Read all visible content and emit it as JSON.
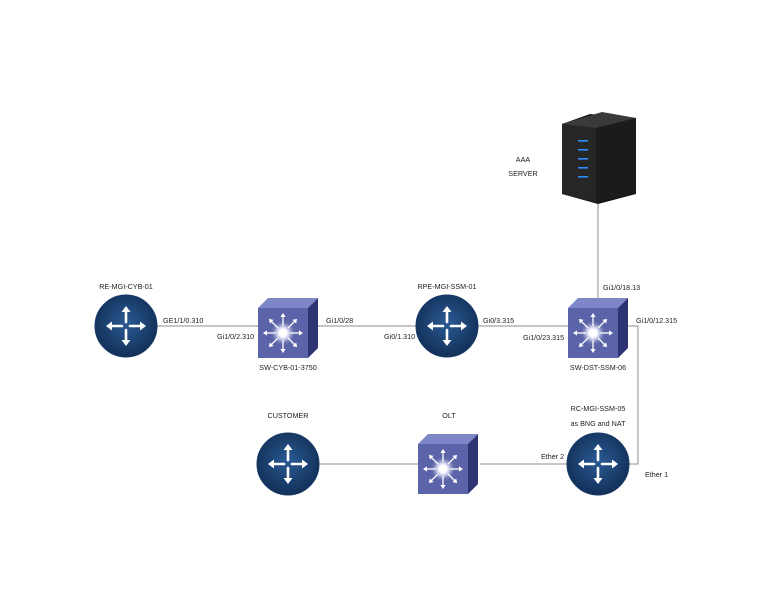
{
  "diagram": {
    "colors": {
      "router_fill": "#173a66",
      "router_arrow": "#ffffff",
      "switch_front": "#5b64a8",
      "switch_side": "#2e3374",
      "switch_top": "#7d86c6",
      "server_body": "#1e1e1e",
      "server_led": "#2e8cff",
      "link": "#8c8c8c"
    },
    "nodes": {
      "re_mgi_cyb_01": {
        "label": "RE-MGI-CYB-01",
        "icon": "router-icon"
      },
      "sw_cyb_01_3750": {
        "label": "SW-CYB-01-3750",
        "icon": "switch-icon"
      },
      "rpe_mgi_ssm_01": {
        "label": "RPE-MGI-SSM-01",
        "icon": "router-icon"
      },
      "sw_dst_ssm_06": {
        "label": "SW-DST-SSM-06",
        "icon": "switch-icon"
      },
      "aaa_server": {
        "label_line1": "AAA",
        "label_line2": "SERVER",
        "icon": "server-icon"
      },
      "customer": {
        "label": "CUSTOMER",
        "icon": "router-icon"
      },
      "olt": {
        "label": "OLT",
        "icon": "switch-icon"
      },
      "rc_mgi_ssm_05": {
        "label_line1": "RC-MGI-SSM-05",
        "label_line2": "as BNG and NAT",
        "icon": "router-icon"
      }
    },
    "ports": {
      "re_to_sw": "GE1/1/0.310",
      "sw_cyb_left": "Gi1/0/2.310",
      "sw_cyb_right": "Gi1/0/28",
      "rpe_left": "Gi0/1.310",
      "rpe_right": "Gi0/3.315",
      "sw_dst_left": "Gi1/0/23.315",
      "sw_dst_top": "Gi1/0/18.13",
      "sw_dst_right": "Gi1/0/12.315",
      "rc_ether2": "Ether 2",
      "rc_ether1": "Ether 1"
    }
  }
}
